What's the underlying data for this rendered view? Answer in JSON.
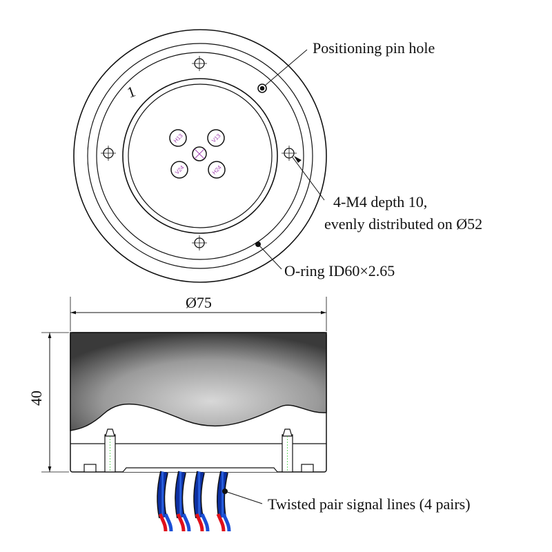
{
  "top_view": {
    "marker_number": "1",
    "connector_labels": [
      "H13",
      "V13",
      "V24",
      "H24"
    ],
    "callouts": {
      "pin_hole": "Positioning pin hole",
      "threaded_holes_line1": "4-M4 depth 10,",
      "threaded_holes_line2": "evenly distributed on Ø52",
      "o_ring": "O-ring ID60×2.65"
    }
  },
  "side_view": {
    "diameter_label": "Ø75",
    "height_label": "40",
    "cables_callout": "Twisted pair signal lines (4 pairs)",
    "cable_count": 4
  },
  "colors": {
    "cable_blue": "#1a4fd6",
    "wire_red": "#e0101a",
    "body_dark": "#3a3a3a",
    "pin_text": "#a040b0"
  }
}
